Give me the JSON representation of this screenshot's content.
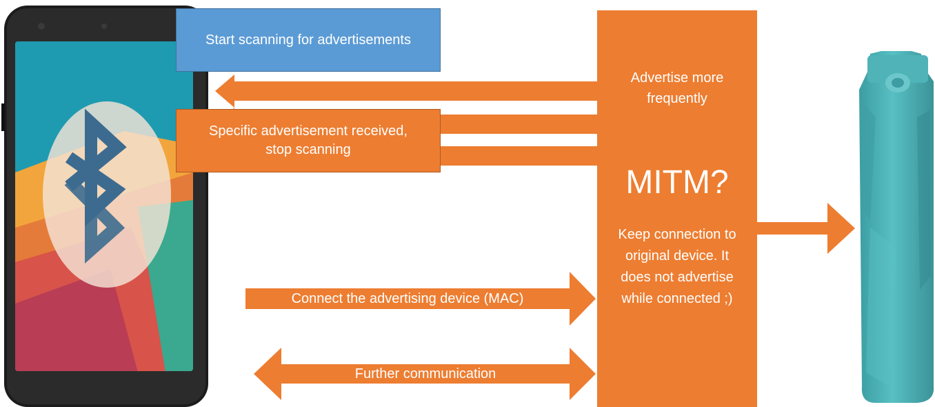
{
  "boxes": {
    "scan_label": "Start scanning for advertisements",
    "received_line1": "Specific advertisement received,",
    "received_line2": "stop scanning"
  },
  "mitm": {
    "advertise_line1": "Advertise more",
    "advertise_line2": "frequently",
    "title": "MITM?",
    "keep_line1": "Keep connection to",
    "keep_line2": "original device. It",
    "keep_line3": "does not advertise",
    "keep_line4": "while connected ;)"
  },
  "arrows": {
    "connect_label": "Connect the advertising device (MAC)",
    "further_label": "Further communication"
  },
  "colors": {
    "orange": "#ed7d31",
    "blue": "#5b9bd5",
    "teal_bottle": "#4fb3b8"
  }
}
